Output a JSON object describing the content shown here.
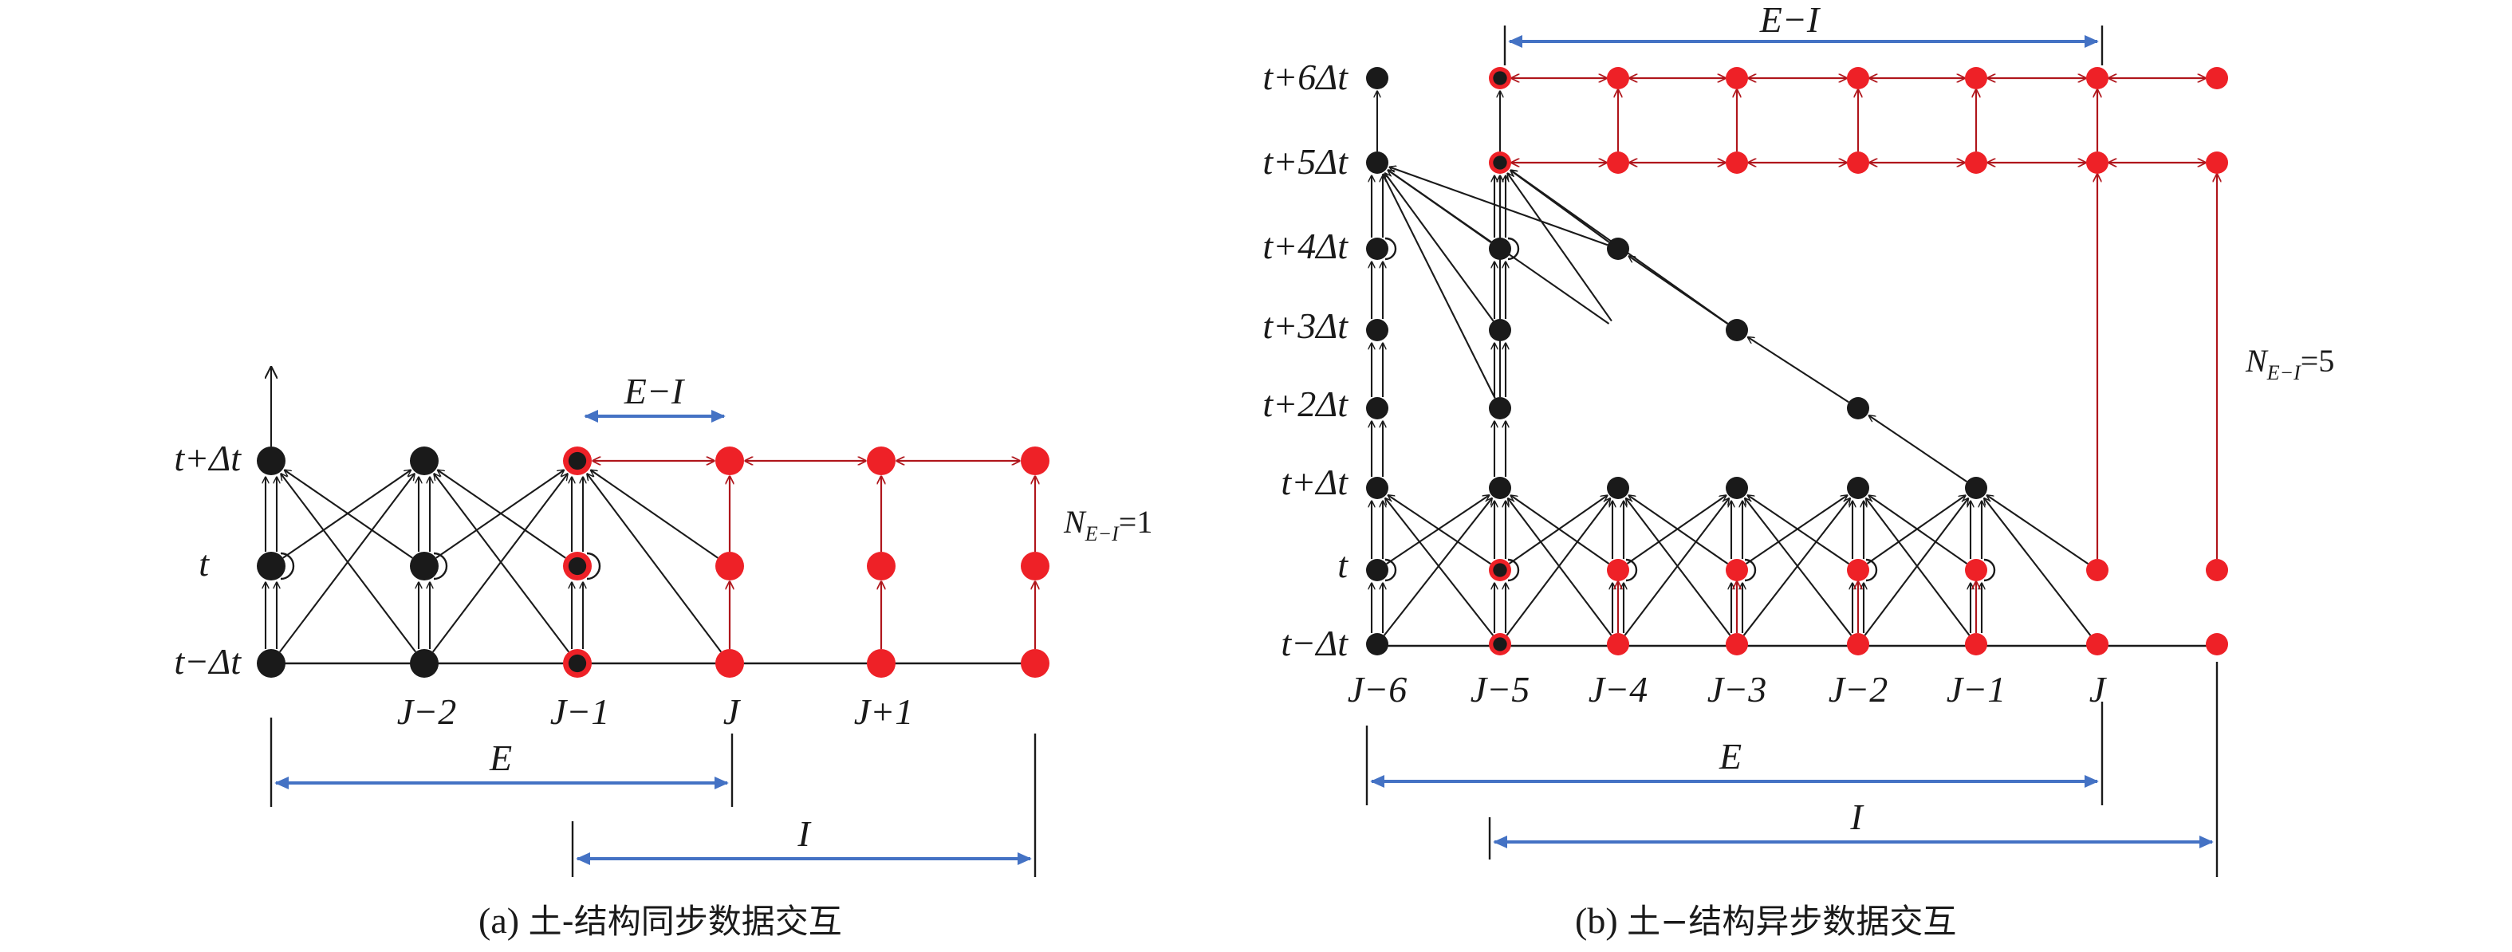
{
  "panel_a": {
    "row_labels": {
      "top": "t+Δt",
      "mid": "t",
      "bot": "t−Δt"
    },
    "col_labels": [
      "J−2",
      "J−1",
      "J",
      "J+1"
    ],
    "span_E_I": "E−I",
    "span_E": "E",
    "span_I": "I",
    "n_label": {
      "main": "N",
      "sub": "E−I",
      "value": "=1"
    },
    "caption_prefix": "(a) ",
    "caption_text": "土-结构同步数据交互"
  },
  "panel_b": {
    "row_labels": [
      "t+6Δt",
      "t+5Δt",
      "t+4Δt",
      "t+3Δt",
      "t+2Δt",
      "t+Δt",
      "t",
      "t−Δt"
    ],
    "col_labels": [
      "J−6",
      "J−5",
      "J−4",
      "J−3",
      "J−2",
      "J−1",
      "J"
    ],
    "span_E_I": "E−I",
    "span_E": "E",
    "span_I": "I",
    "n_label": {
      "main": "N",
      "sub": "E−I",
      "value": "=5"
    },
    "caption_prefix": "(b) ",
    "caption_text": "土−结构异步数据交互"
  },
  "colors": {
    "node_black": "#1a1a1a",
    "node_red": "#ee2127",
    "link_red": "#b0161c",
    "dim_blue": "#4472c4",
    "ink": "#1a1a1a"
  }
}
